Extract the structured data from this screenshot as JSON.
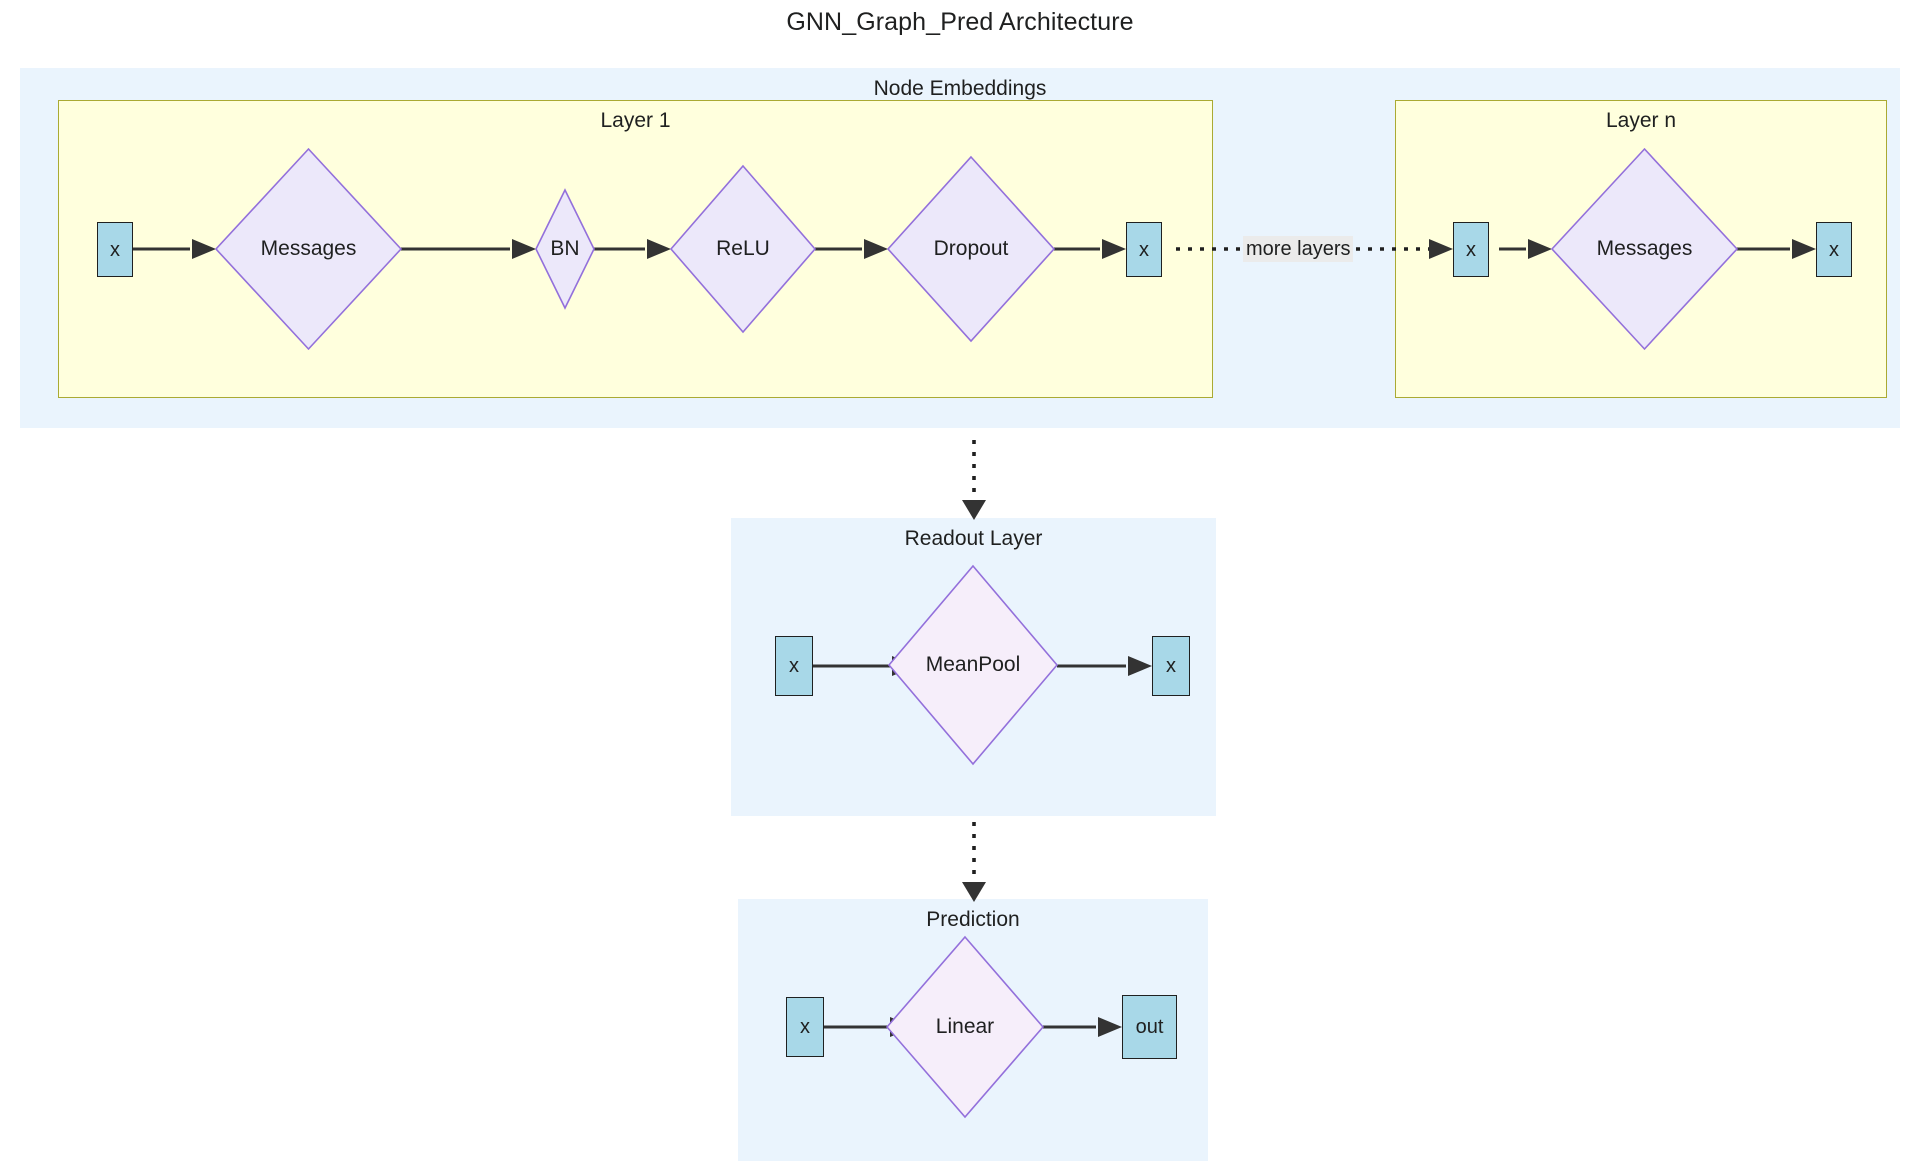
{
  "title": "GNN_Graph_Pred Architecture",
  "clusters": {
    "node_embeddings": {
      "label": "Node Embeddings"
    },
    "layer1": {
      "label": "Layer 1"
    },
    "layern": {
      "label": "Layer n"
    },
    "readout": {
      "label": "Readout Layer"
    },
    "prediction": {
      "label": "Prediction"
    }
  },
  "layer1": {
    "input": "x",
    "messages": "Messages",
    "bn": "BN",
    "relu": "ReLU",
    "dropout": "Dropout",
    "output": "x"
  },
  "layern": {
    "input": "x",
    "messages": "Messages",
    "output": "x"
  },
  "readout": {
    "input": "x",
    "op": "MeanPool",
    "output": "x"
  },
  "prediction": {
    "input": "x",
    "op": "Linear",
    "output": "out"
  },
  "edges": {
    "more_layers": "more layers"
  },
  "colors": {
    "cluster_outer_bg": "#eaf4fd",
    "cluster_layer_bg": "#ffffdd",
    "cluster_layer_border": "#aaaa33",
    "rect_node_bg": "#a8d8e8",
    "rect_node_border": "#1f2020",
    "diamond_bg": "#ece8fa",
    "diamond_border": "#9370db",
    "edge_stroke": "#333333",
    "edge_label_bg": "#ebebeb",
    "text": "#1f2020"
  }
}
